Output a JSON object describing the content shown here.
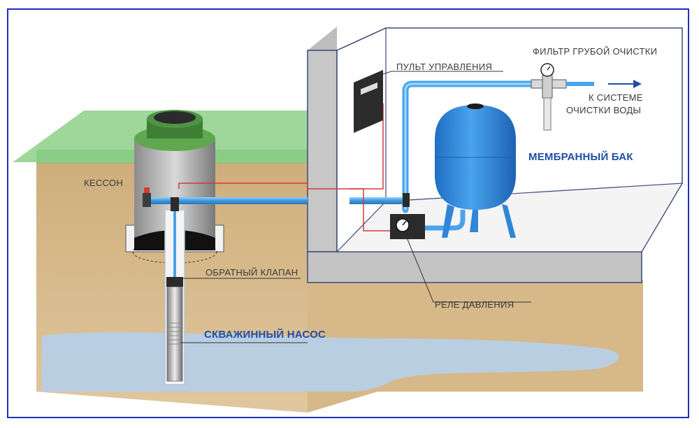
{
  "labels": {
    "caisson": "КЕССОН",
    "control_panel": "ПУЛЬТ УПРАВЛЕНИЯ",
    "coarse_filter": "ФИЛЬТР ГРУБОЙ ОЧИСТКИ",
    "to_system_line1": "К СИСТЕМЕ",
    "to_system_line2": "ОЧИСТКИ ВОДЫ",
    "membrane_tank": "МЕМБРАННЫЙ БАК",
    "check_valve": "ОБРАТНЫЙ КЛАПАН",
    "pressure_switch": "РЕЛЕ ДАВЛЕНИЯ",
    "borehole_pump": "СКВАЖИННЫЙ НАСОС"
  },
  "colors": {
    "frame_border": "#1f2fbf",
    "soil": "#d6b483",
    "grass": "#8fd18a",
    "water": "#b7cfe6",
    "wall": "#c9c9c9",
    "pipe": "#5aa9e6",
    "tank": "#2f86d6",
    "accent_text": "#1f4fa6",
    "wire": "#d33a3a"
  }
}
